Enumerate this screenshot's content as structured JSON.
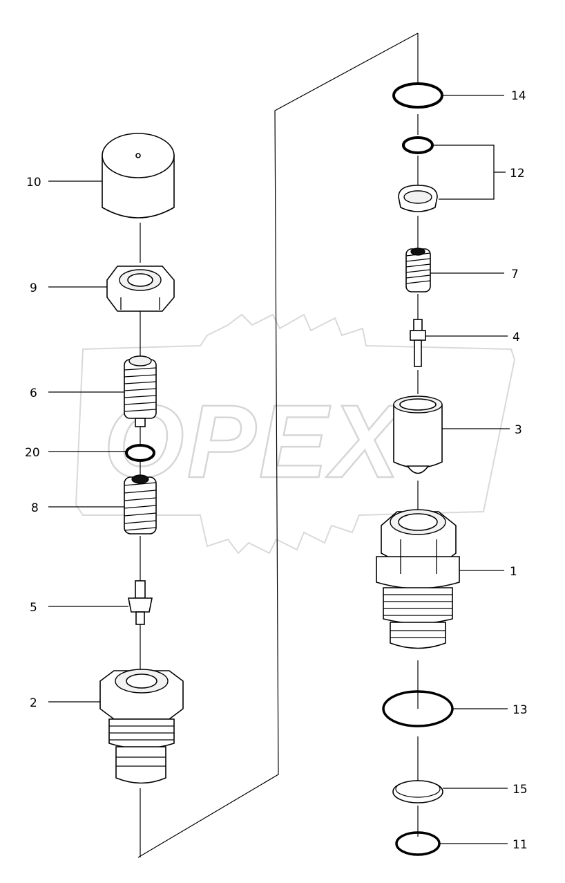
{
  "diagram": {
    "watermark": "OPEX",
    "callouts": {
      "c14": "14",
      "c12": "12",
      "c7": "7",
      "c4": "4",
      "c3": "3",
      "c1": "1",
      "c13": "13",
      "c15": "15",
      "c11": "11",
      "c10": "10",
      "c9": "9",
      "c6": "6",
      "c20": "20",
      "c8": "8",
      "c5": "5",
      "c2": "2"
    }
  }
}
